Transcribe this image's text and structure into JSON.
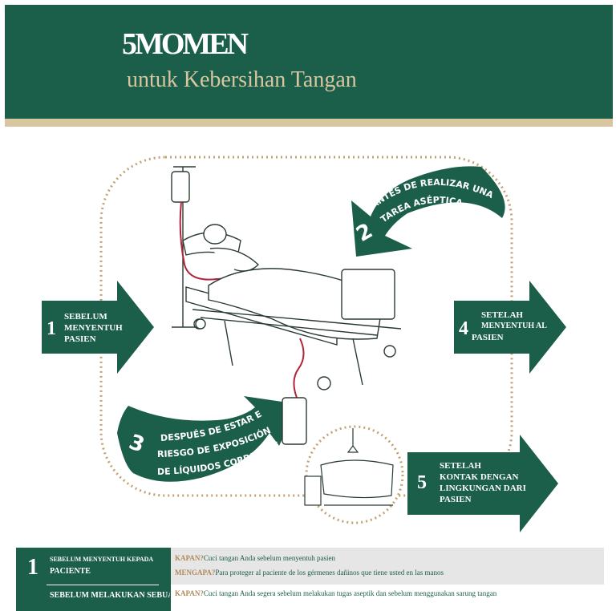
{
  "header": {
    "title": "5MOMEN",
    "subtitle": "untuk Kebersihan Tangan"
  },
  "moments": [
    {
      "number": "1",
      "label_lines": [
        "SEBELUM",
        "MENYENTUH",
        "PASIEN"
      ]
    },
    {
      "number": "2",
      "label_lines": [
        "ANTES DE REALIZAR UNA",
        "TAREA ASÉPTICA"
      ]
    },
    {
      "number": "3",
      "label_lines": [
        "DESPUÉS DE ESTAR EN",
        "RIESGO DE EXPOSICIÓN",
        "DE LÍQUIDOS CORPORALES"
      ]
    },
    {
      "number": "4",
      "label_lines": [
        "SETELAH",
        "MENYENTUH AL",
        "PASIEN"
      ]
    },
    {
      "number": "5",
      "label_lines": [
        "SETELAH",
        "KONTAK DENGAN",
        "LINGKUNGAN DARI",
        "PASIEN"
      ]
    }
  ],
  "table": {
    "row_number": "1",
    "row_line1": "SEBELUM MENYENTUH KEPADA",
    "row_line2": "PACIENTE",
    "row_line3": "SEBELUM MELAKUKAN SEBUAH",
    "when_key": "KAPAN?",
    "when_text": "Cuci tangan Anda sebelum menyentuh pasien",
    "why_key": "MENGAPA?",
    "why_text": "Para proteger al paciente de los gérmenes dañinos que tiene usted en las manos",
    "when2_key": "KAPAN?",
    "when2_text": "Cuci tangan Anda segera sebelum melakukan tugas aseptik dan sebelum menggunakan sarung tangan"
  },
  "colors": {
    "primary": "#1b5e4a",
    "accent": "#d8c6a1",
    "text_accent": "#b08a5a",
    "tube": "#b0243c"
  }
}
